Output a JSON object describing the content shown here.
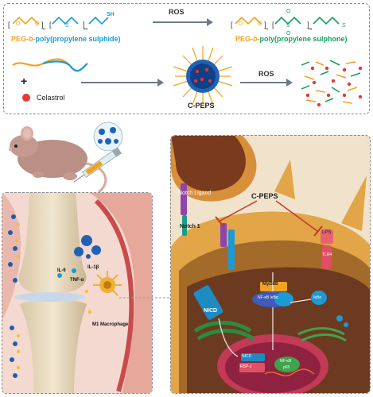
{
  "top": {
    "reaction_label_1": "ROS",
    "reaction_label_2": "ROS",
    "polymer_left": {
      "part1": "PEG",
      "part2": "-b-",
      "part3": "poly(propylene sulphide)"
    },
    "polymer_right": {
      "part1": "PEG",
      "part2": "-b-",
      "part3": "poly(propylene sulphone)"
    },
    "plus": "+",
    "drug_label": "Celastrol",
    "nanoparticle_label": "C-PEPS"
  },
  "joint": {
    "il6": "IL-6",
    "tnf": "TNF-α",
    "il1b": "IL-1β",
    "macrophage": "M1 Macrophage"
  },
  "cell": {
    "notch_ligand": "Notch Ligand",
    "notch1": "Notch 1",
    "cpeps": "C-PEPS",
    "lps": "LPS",
    "tlr4": "TLR4",
    "myd88": "MyD88",
    "nicd": "NICD",
    "nfkb_ikba": "NF-κB  IκBα",
    "ikba": "IκBα",
    "nicd_nucleus": "NICD",
    "rbpj": "RBP-J",
    "nfkb_p65": "NF-κB",
    "p65": "p65"
  },
  "colors": {
    "peg": "#f2a21e",
    "pps": "#1b9ad6",
    "sulphone": "#17a05d",
    "celastrol": "#e53935",
    "inhibit": "#c0392b"
  }
}
